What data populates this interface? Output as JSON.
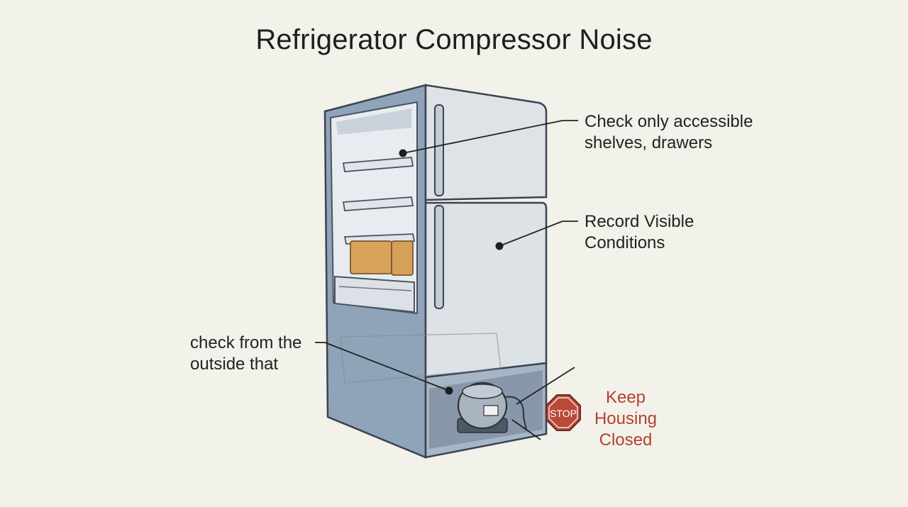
{
  "title": "Refrigerator Compressor Noise",
  "callouts": {
    "shelves": {
      "line1": "Check only accessible",
      "line2": "shelves, drawers"
    },
    "record": {
      "line1": "Record Visible",
      "line2": "Conditions"
    },
    "outside": {
      "line1": "check from the",
      "line2": "outside that"
    },
    "housing": {
      "line1": "Keep",
      "line2": "Housing",
      "line3": "Closed"
    }
  },
  "stop_sign": {
    "text": "STOP",
    "color": "#b94a3a"
  },
  "colors": {
    "background": "#f2f1ea",
    "fridge_body": "#d9dee4",
    "fridge_side": "#8fa3b8",
    "bins": "#d9a35c",
    "warning_text": "#b5402e"
  }
}
